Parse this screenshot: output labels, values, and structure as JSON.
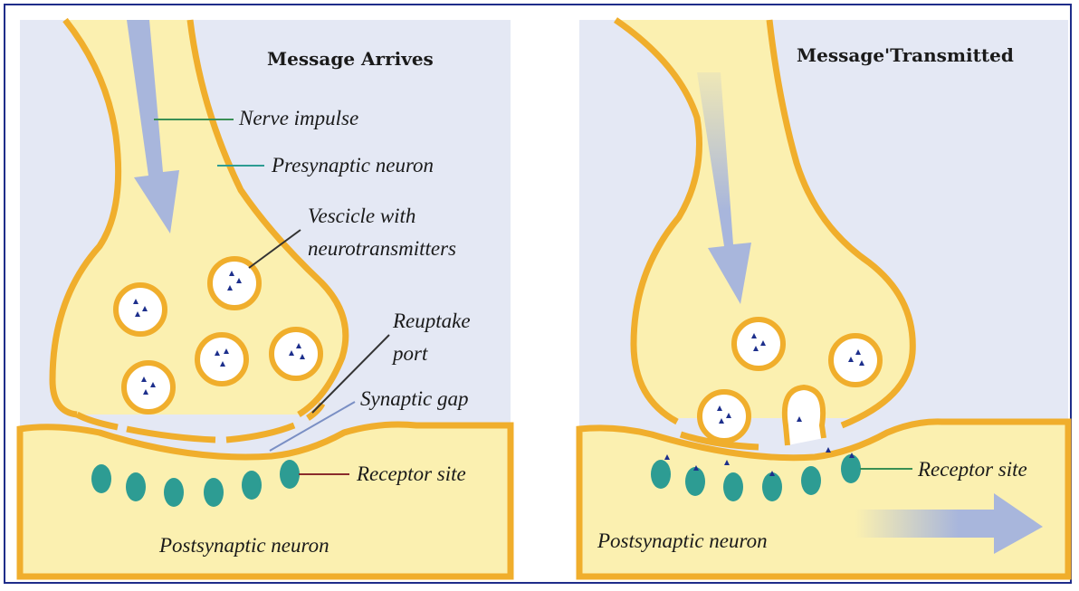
{
  "colors": {
    "background": "#e4e8f4",
    "neuron_fill": "#fbf0b0",
    "neuron_outline": "#f0ae2c",
    "arrow": "#a8b6dc",
    "receptor": "#2d9c93",
    "neurotransmitter": "#1d2f8c",
    "frame": "#1f2d8a"
  },
  "left_panel": {
    "title": "Message Arrives",
    "labels": {
      "nerve_impulse": "Nerve impulse",
      "presynaptic": "Presynaptic neuron",
      "vesicle_line1": "Vescicle with",
      "vesicle_line2": "neurotransmitters",
      "reuptake_line1": "Reuptake",
      "reuptake_line2": "port",
      "synaptic_gap": "Synaptic gap",
      "receptor_site": "Receptor site",
      "postsynaptic": "Postsynaptic neuron"
    }
  },
  "right_panel": {
    "title": "Message'Transmitted",
    "labels": {
      "receptor_site": "Receptor site",
      "postsynaptic": "Postsynaptic neuron"
    }
  }
}
